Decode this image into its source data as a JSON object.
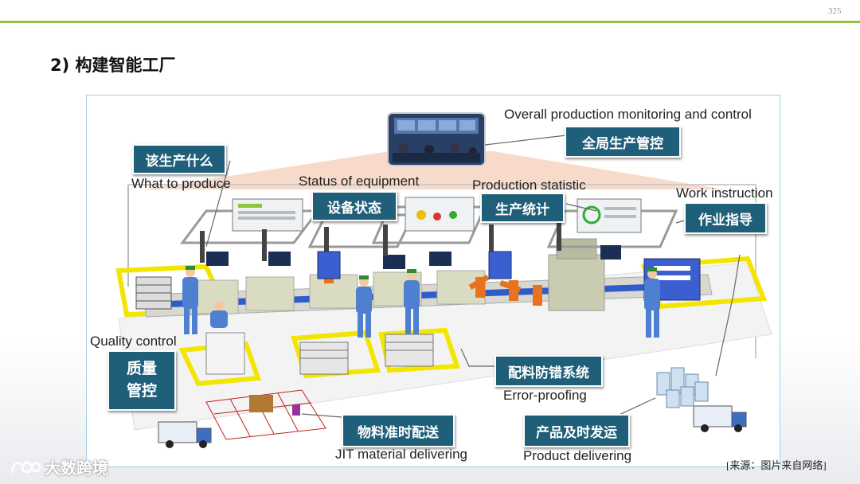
{
  "page_number": "325",
  "title": "2) 构建智能工厂",
  "labels": {
    "what_to_produce_cn": "该生产什么",
    "what_to_produce_en": "What to produce",
    "status_equipment_cn": "设备状态",
    "status_equipment_en": "Status of equipment",
    "production_statistic_cn": "生产统计",
    "production_statistic_en": "Production statistic",
    "overall_cn": "全局生产管控",
    "overall_en": "Overall production monitoring and control",
    "work_instruction_cn": "作业指导",
    "work_instruction_en": "Work instruction",
    "quality_control_cn": "质量\n管控",
    "quality_control_en": "Quality control",
    "error_proofing_cn": "配料防错系统",
    "error_proofing_en": "Error-proofing",
    "jit_cn": "物料准时配送",
    "jit_en": "JIT material delivering",
    "product_delivering_cn": "产品及时发运",
    "product_delivering_en": "Product delivering"
  },
  "source_note": "[来源：图片来自网络]",
  "watermark": "大数跨境",
  "colors": {
    "accent_green": "#8cc63f",
    "label_bg": "#1f5f7a",
    "floor_yellow": "#f2e600",
    "robot_orange": "#e8731c"
  }
}
